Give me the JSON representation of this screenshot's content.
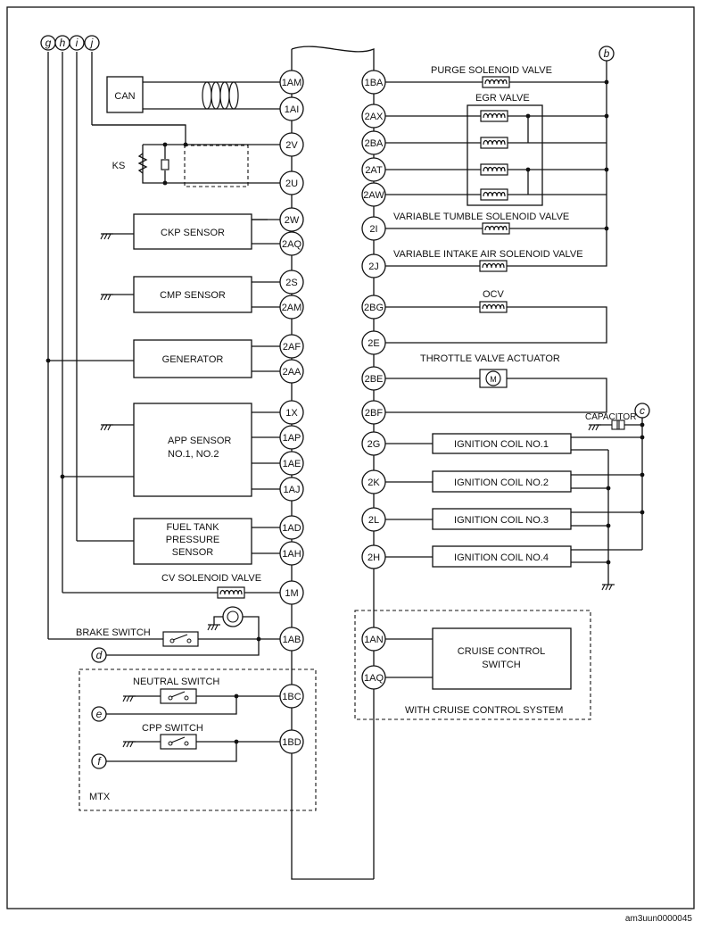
{
  "components": {
    "can": "CAN",
    "ks": "KS",
    "ckp": "CKP SENSOR",
    "cmp": "CMP SENSOR",
    "generator": "GENERATOR",
    "app1": "APP SENSOR",
    "app2": "NO.1, NO.2",
    "ftp1": "FUEL TANK",
    "ftp2": "PRESSURE",
    "ftp3": "SENSOR",
    "cv_valve": "CV SOLENOID VALVE",
    "brake_switch": "BRAKE SWITCH",
    "neutral_switch": "NEUTRAL SWITCH",
    "cpp_switch": "CPP SWITCH",
    "mtx": "MTX",
    "purge": "PURGE SOLENOID VALVE",
    "egr": "EGR VALVE",
    "tumble": "VARIABLE TUMBLE SOLENOID VALVE",
    "intake": "VARIABLE INTAKE AIR SOLENOID VALVE",
    "ocv": "OCV",
    "throttle": "THROTTLE VALVE ACTUATOR",
    "motor": "M",
    "capacitor": "CAPACITOR",
    "coil1": "IGNITION COIL NO.1",
    "coil2": "IGNITION COIL NO.2",
    "coil3": "IGNITION COIL NO.3",
    "coil4": "IGNITION COIL NO.4",
    "cruise1": "CRUISE CONTROL",
    "cruise2": "SWITCH",
    "cruise_note": "WITH CRUISE CONTROL SYSTEM"
  },
  "connectors": {
    "c_g": "g",
    "c_h": "h",
    "c_i": "i",
    "c_j": "j",
    "c_b": "b",
    "c_c": "c",
    "c_d": "d",
    "c_e": "e",
    "c_f": "f"
  },
  "pins_left": {
    "p1AM": "1AM",
    "p1AI": "1AI",
    "p2V": "2V",
    "p2U": "2U",
    "p2W": "2W",
    "p2AQ": "2AQ",
    "p2S": "2S",
    "p2AM": "2AM",
    "p2AF": "2AF",
    "p2AA": "2AA",
    "p1X": "1X",
    "p1AP": "1AP",
    "p1AE": "1AE",
    "p1AJ": "1AJ",
    "p1AD": "1AD",
    "p1AH": "1AH",
    "p1M": "1M",
    "p1AB": "1AB",
    "p1BC": "1BC",
    "p1BD": "1BD"
  },
  "pins_right": {
    "p1BA": "1BA",
    "p2AX": "2AX",
    "p2BA": "2BA",
    "p2AT": "2AT",
    "p2AW": "2AW",
    "p2I": "2I",
    "p2J": "2J",
    "p2BG": "2BG",
    "p2E": "2E",
    "p2BE": "2BE",
    "p2BF": "2BF",
    "p2G": "2G",
    "p2K": "2K",
    "p2L": "2L",
    "p2H": "2H",
    "p1AN": "1AN",
    "p1AQ": "1AQ"
  },
  "footer_code": "am3uun0000045"
}
